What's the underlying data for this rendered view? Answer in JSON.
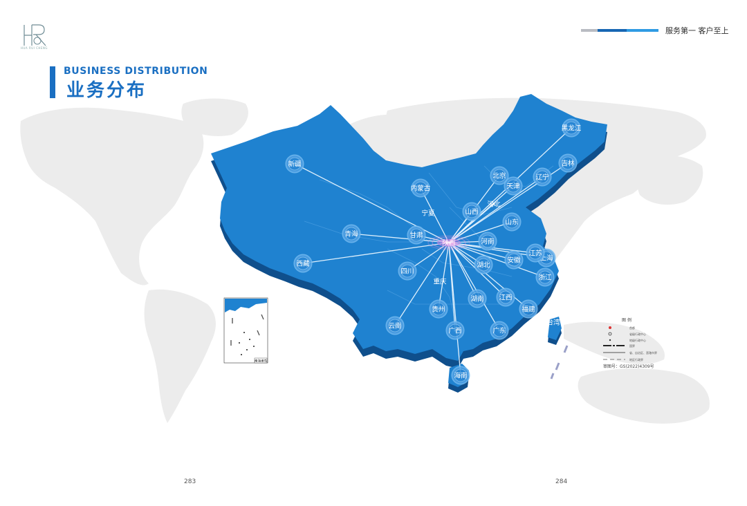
{
  "header": {
    "logo_text": "HUA RUI CHENG",
    "slogan": "服务第一 客户至上",
    "deco_colors": [
      "#b9bcc2",
      "#1766b3",
      "#2f9be3"
    ]
  },
  "title": {
    "english": "BUSINESS DISTRIBUTION",
    "chinese": "业务分布",
    "accent_color": "#1a6fc2"
  },
  "map": {
    "hub": "陕西",
    "land_color": "#1f82d0",
    "edge_color": "#0f4f8c",
    "world_color": "#ececec",
    "provinces": [
      "新疆",
      "西藏",
      "青海",
      "甘肃",
      "内蒙古",
      "宁夏",
      "陕西",
      "四川",
      "重庆",
      "云南",
      "贵州",
      "广西",
      "海南",
      "广东",
      "湖南",
      "湖北",
      "江西",
      "福建",
      "台湾",
      "浙江",
      "上海",
      "江苏",
      "安徽",
      "河南",
      "山东",
      "山西",
      "河北",
      "北京",
      "天津",
      "辽宁",
      "吉林",
      "黑龙江"
    ],
    "routes_to": [
      "新疆",
      "西藏",
      "青海",
      "甘肃",
      "内蒙古",
      "四川",
      "云南",
      "贵州",
      "广西",
      "海南",
      "广东",
      "湖南",
      "湖北",
      "江西",
      "福建",
      "浙江",
      "上海",
      "江苏",
      "安徽",
      "河南",
      "山东",
      "山西",
      "河北",
      "北京",
      "天津",
      "辽宁",
      "吉林",
      "黑龙江"
    ]
  },
  "legend": {
    "title": "图 例",
    "items": [
      "首都",
      "省级行政中心",
      "地级行政中心",
      "国界",
      "省、自治区、直辖市界",
      "地区行政界"
    ],
    "map_code": "审图号：GS(2022)4309号"
  },
  "inset": {
    "label": "南海诸岛"
  },
  "pages": {
    "left": "283",
    "right": "284"
  }
}
